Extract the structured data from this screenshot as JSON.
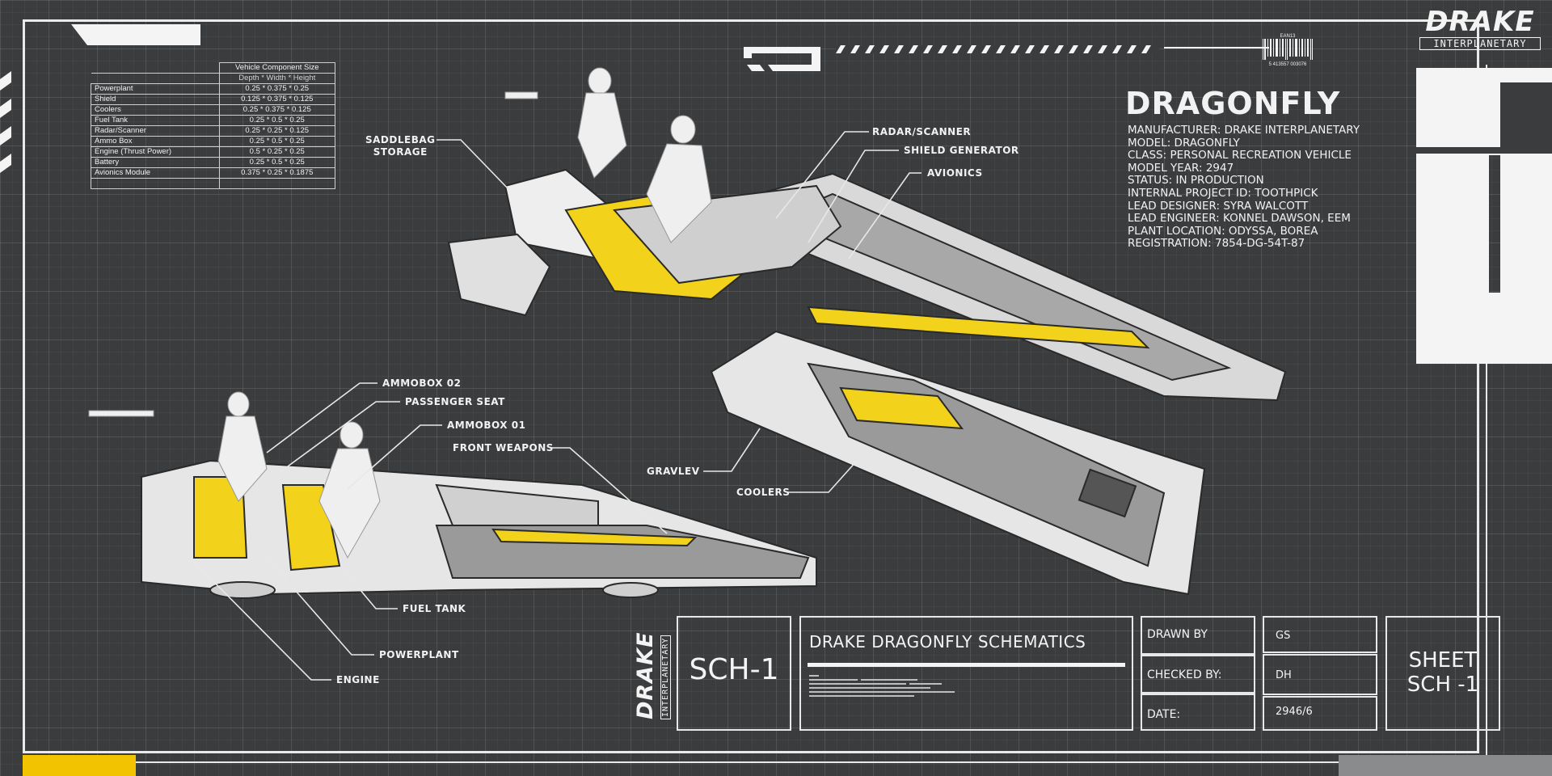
{
  "brand": {
    "word": "DRAKE",
    "sub": "INTERPLANETARY"
  },
  "barcode": {
    "top_label": "EAN13",
    "number": "5 413557 003076"
  },
  "component_table": {
    "header_1": "Vehicle Component Size",
    "header_2": "Depth * Width * Height",
    "rows": [
      {
        "name": "Powerplant",
        "size": "0.25 * 0.375 * 0.25"
      },
      {
        "name": "Shield",
        "size": "0.125 * 0.375 * 0.125"
      },
      {
        "name": "Coolers",
        "size": "0.25 * 0.375 * 0.125"
      },
      {
        "name": "Fuel Tank",
        "size": "0.25 * 0.5 * 0.25"
      },
      {
        "name": "Radar/Scanner",
        "size": "0.25 * 0.25 * 0.125"
      },
      {
        "name": "Ammo Box",
        "size": "0.25 * 0.5 * 0.25"
      },
      {
        "name": "Engine (Thrust Power)",
        "size": "0.5 * 0.25 * 0.25"
      },
      {
        "name": "Battery",
        "size": "0.25 * 0.5 * 0.25"
      },
      {
        "name": "Avionics Module",
        "size": "0.375 * 0.25 * 0.1875"
      }
    ]
  },
  "vehicle": {
    "title": "DRAGONFLY",
    "specs": [
      "MANUFACTURER: DRAKE INTERPLANETARY",
      "MODEL: DRAGONFLY",
      "CLASS: PERSONAL RECREATION VEHICLE",
      "MODEL YEAR: 2947",
      "STATUS: IN PRODUCTION",
      "INTERNAL PROJECT ID: TOOTHPICK",
      "LEAD DESIGNER: SYRA WALCOTT",
      "LEAD ENGINEER: KONNEL DAWSON, EEM",
      "PLANT LOCATION: ODYSSA, BOREA",
      "REGISTRATION: 7854-DG-54T-87"
    ]
  },
  "callouts": {
    "saddlebag_1": "SADDLEBAG",
    "saddlebag_2": "STORAGE",
    "radar": "RADAR/SCANNER",
    "shield": "SHIELD GENERATOR",
    "avionics": "AVIONICS",
    "gravlev": "GRAVLEV",
    "coolers": "COOLERS",
    "ammobox02": "AMMOBOX 02",
    "passenger": "PASSENGER SEAT",
    "ammobox01": "AMMOBOX 01",
    "front_weapons": "FRONT WEAPONS",
    "fuel_tank": "FUEL TANK",
    "powerplant": "POWERPLANT",
    "engine": "ENGINE"
  },
  "title_block": {
    "sheet_code": "SCH-1",
    "title": "DRAKE DRAGONFLY SCHEMATICS",
    "drawn_by_label": "DRAWN BY",
    "drawn_by_value": "GS",
    "checked_by_label": "CHECKED BY:",
    "checked_by_value": "DH",
    "date_label": "DATE:",
    "date_value": "2946/6",
    "sheet_line1": "SHEET",
    "sheet_line2": "SCH -1"
  },
  "colors": {
    "accent": "#f2d21b",
    "background": "#3b3c3d",
    "line": "#eaeaea"
  }
}
